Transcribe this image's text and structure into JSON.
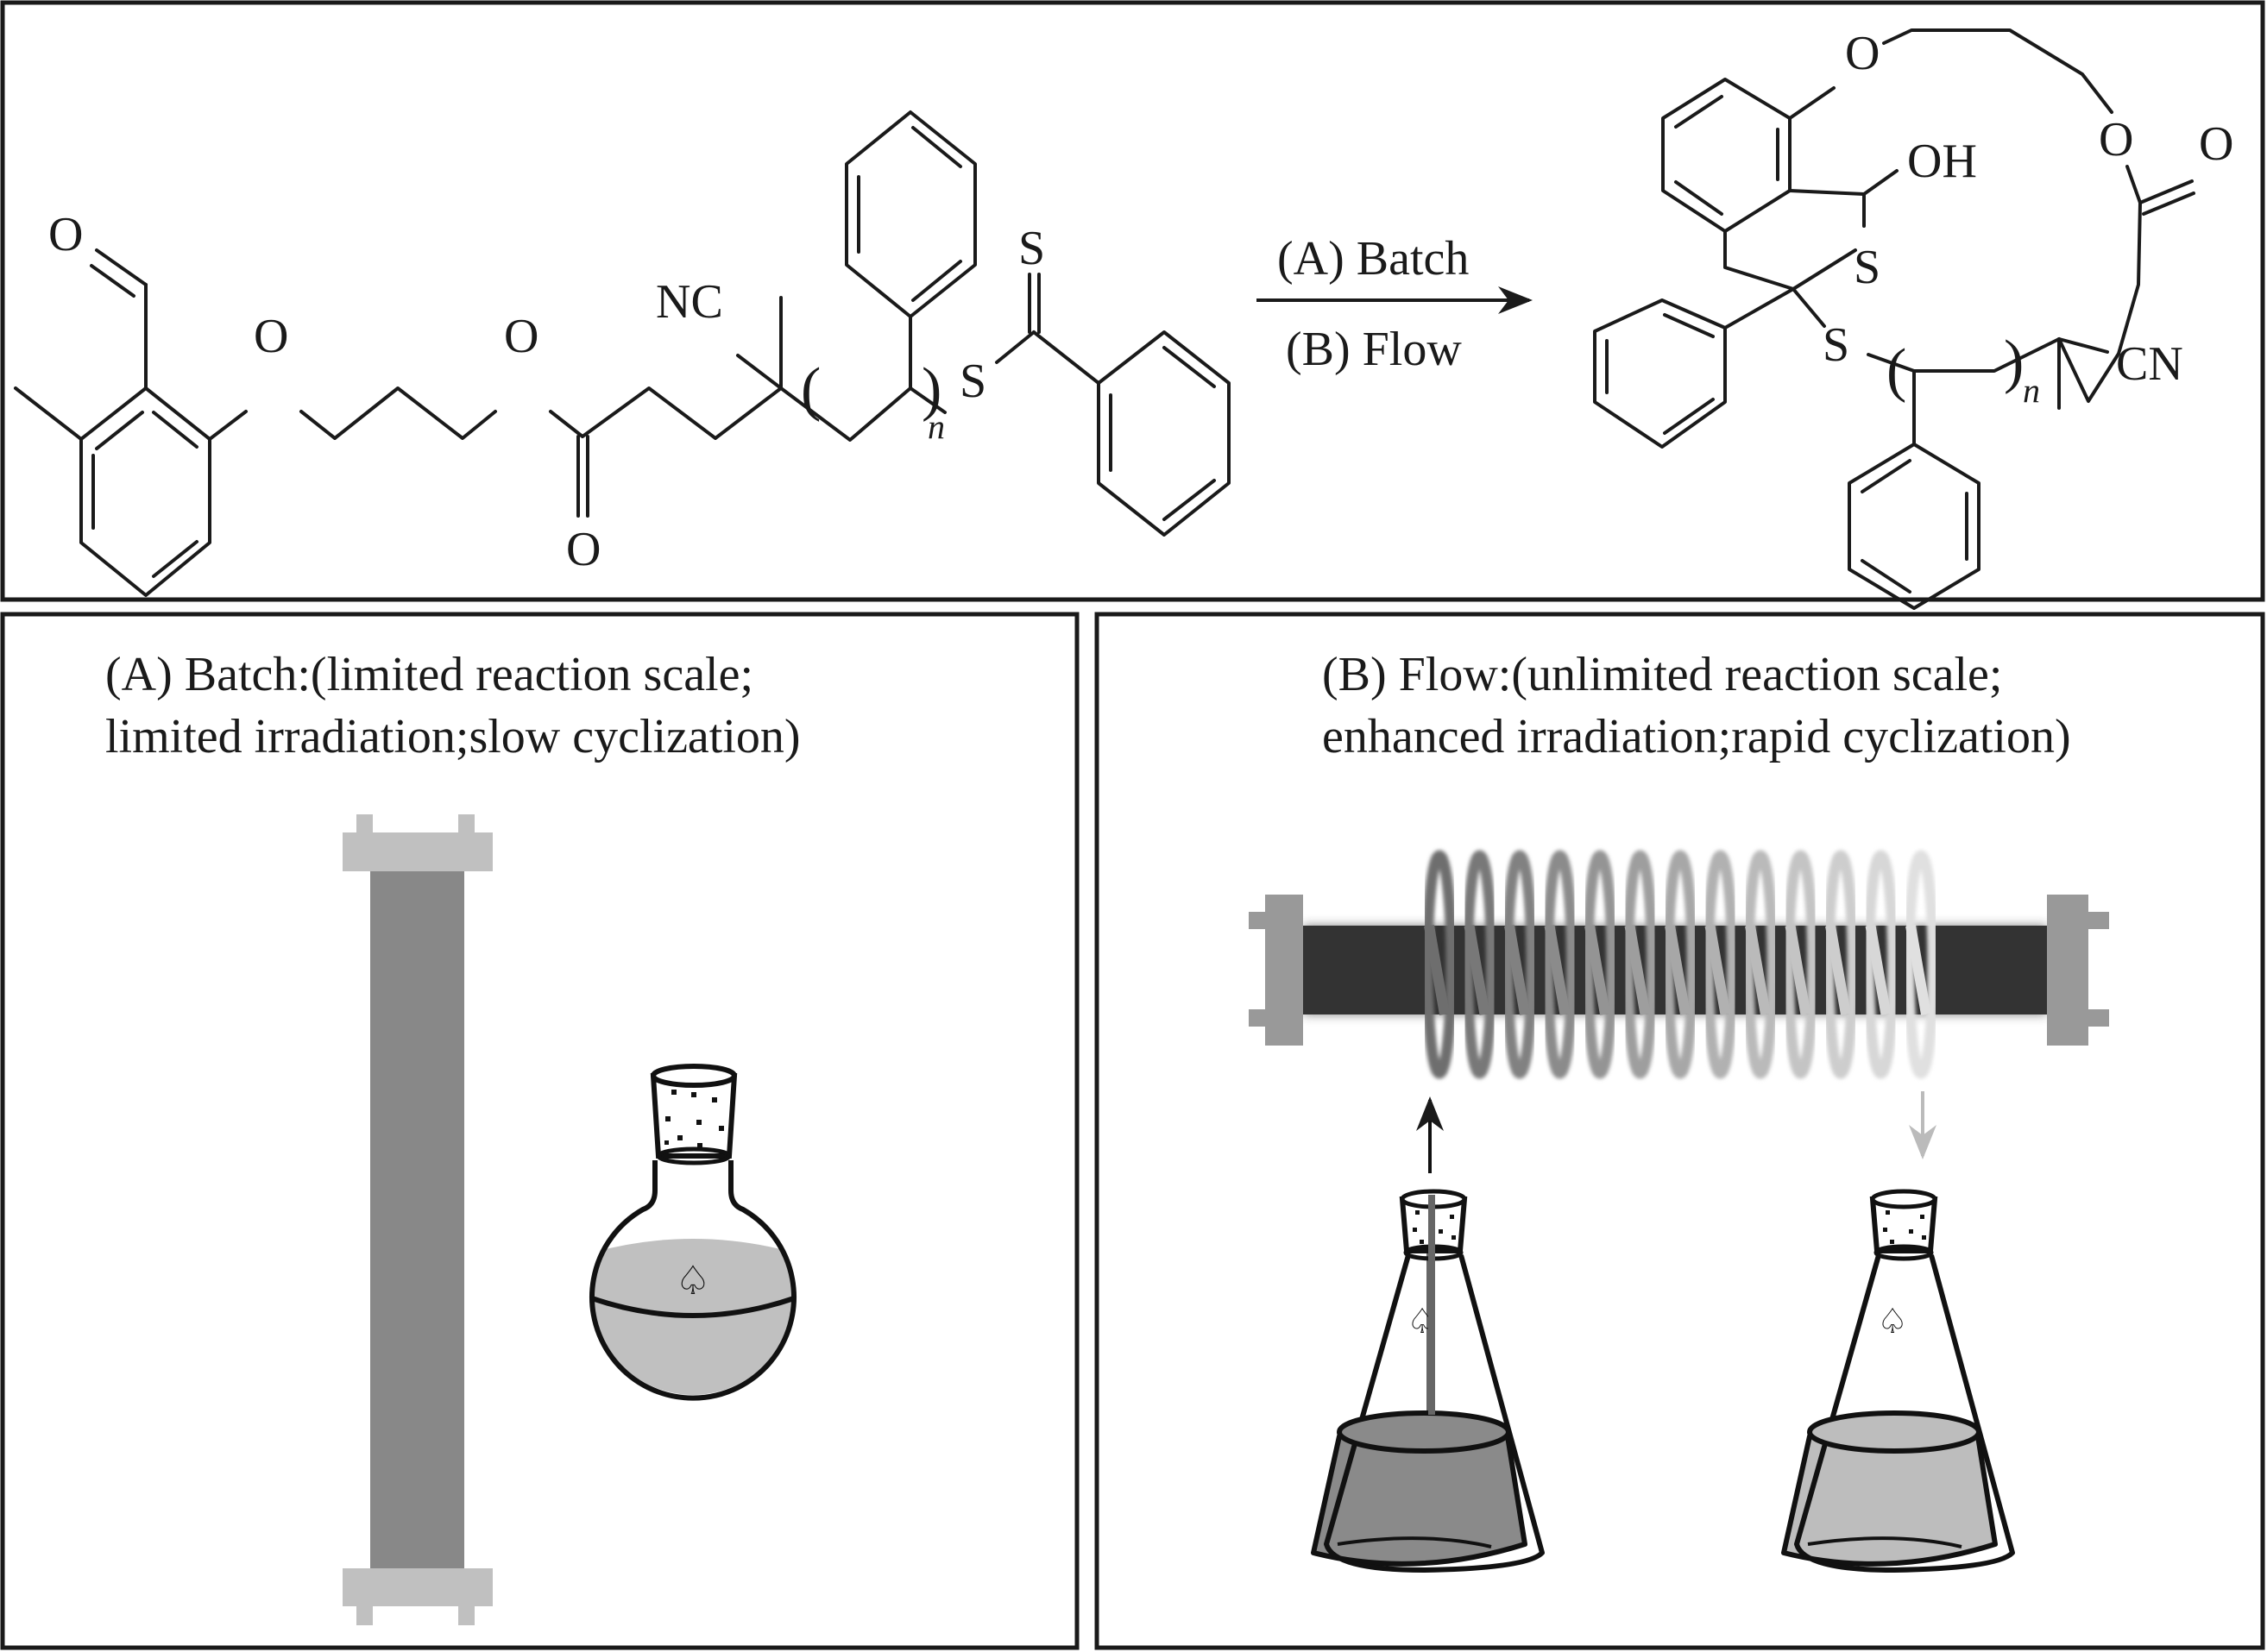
{
  "figure": {
    "title": "Photo-induced macrocyclization: batch vs. flow",
    "colors": {
      "ink": "#1a1a1a",
      "column_body": "#888888",
      "column_cap": "#c0c0c0",
      "reactor_body": "#333333",
      "reactor_cap": "#999999",
      "liquid_batch": "#c0c0c0",
      "liquid_feed": "#8a8a8a",
      "liquid_product": "#bdbdbd",
      "coil_start": "#6e6e6e",
      "coil_end": "#e0e0e0"
    }
  },
  "scheme": {
    "reactant": {
      "labels": {
        "aldehyde_o": "O",
        "ether_o": "O",
        "ester_o": "O",
        "carbonyl_o": "O",
        "nitrile": "NC",
        "open_bracket": "(",
        "close_bracket": ")",
        "repeat": "n",
        "thio_s": "S",
        "thione_s": "S"
      }
    },
    "arrow": {
      "above": "(A) Batch",
      "below": "(B) Flow"
    },
    "product": {
      "labels": {
        "ether_o": "O",
        "ester_o": "O",
        "carbonyl_o": "O",
        "hydroxyl": "OH",
        "ring_s": "S",
        "chain_s": "S",
        "open_bracket": "(",
        "close_bracket": ")",
        "repeat": "n",
        "nitrile": "CN"
      }
    }
  },
  "panel_batch": {
    "caption_line1": "(A) Batch:(limited reaction scale;",
    "caption_line2": "limited irradiation;slow cyclization)",
    "flask_symbol": "♤"
  },
  "panel_flow": {
    "caption_line1": "(B) Flow:(unlimited  reaction scale;",
    "caption_line2": "enhanced irradiation;rapid cyclization)",
    "coil_turns": 13,
    "feed_flask_symbol": "♤",
    "product_flask_symbol": "♤"
  }
}
